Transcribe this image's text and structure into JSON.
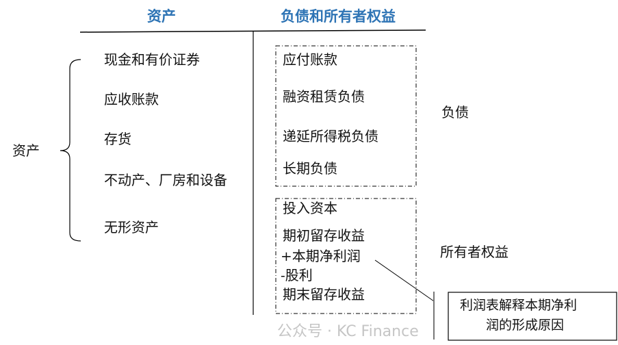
{
  "headers": {
    "assets": "资产",
    "liabilities_equity": "负债和所有者权益"
  },
  "asset_group_label": "资产",
  "assets": [
    "现金和有价证券",
    "应收账款",
    "存货",
    "不动产、厂房和设备",
    "无形资产"
  ],
  "liabilities": [
    "应付账款",
    "融资租赁负债",
    "递延所得税负债",
    "长期负债"
  ],
  "liabilities_label": "负债",
  "equity": [
    "投入资本",
    "期初留存收益",
    "+本期净利润",
    "-股利",
    "期末留存收益"
  ],
  "equity_label": "所有者权益",
  "callout": {
    "line1": "利润表解释本期净利",
    "line2": "润的形成原因"
  },
  "watermark": "公众号 · KC Finance",
  "colors": {
    "header": "#2e74b5"
  }
}
